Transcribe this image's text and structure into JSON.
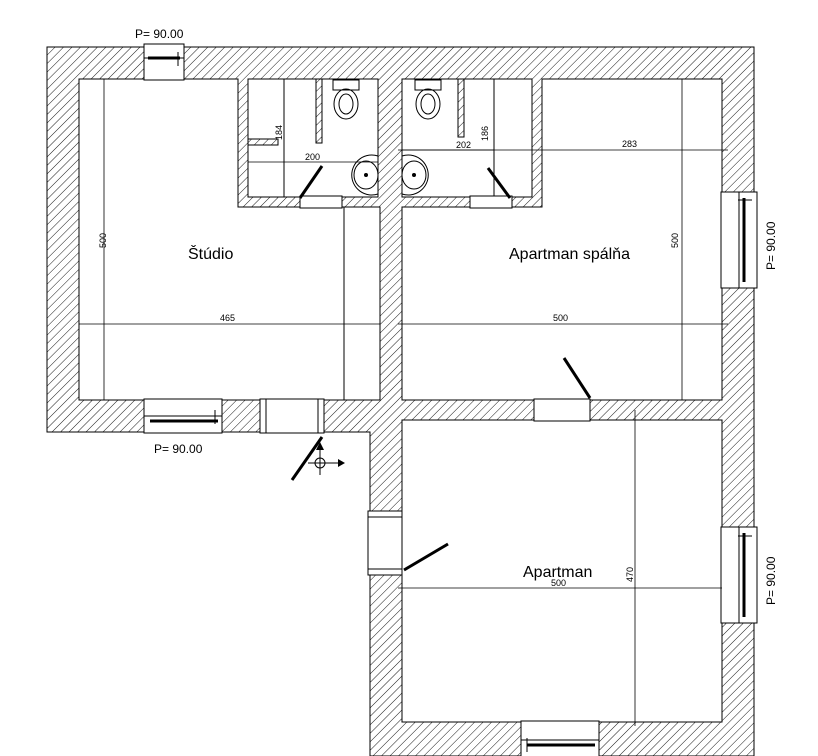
{
  "rooms": {
    "studio": "Štúdio",
    "bedroom": "Apartman spálňa",
    "apartment": "Apartman"
  },
  "window_labels": {
    "top_left": "P= 90.00",
    "bottom_left": "P= 90.00",
    "right_upper": "P= 90.00",
    "right_lower": "P= 90.00"
  },
  "dimensions": {
    "studio_height": "500",
    "studio_width": "465",
    "bath1_height": "184",
    "bath1_width": "200",
    "bath2_width": "202",
    "bath2_height": "186",
    "bedroom_upper_width": "283",
    "bedroom_height": "500",
    "bedroom_width": "500",
    "apartment_width": "500",
    "apartment_height": "470"
  },
  "colors": {
    "wall_hatch": "#000000",
    "background": "#ffffff"
  }
}
